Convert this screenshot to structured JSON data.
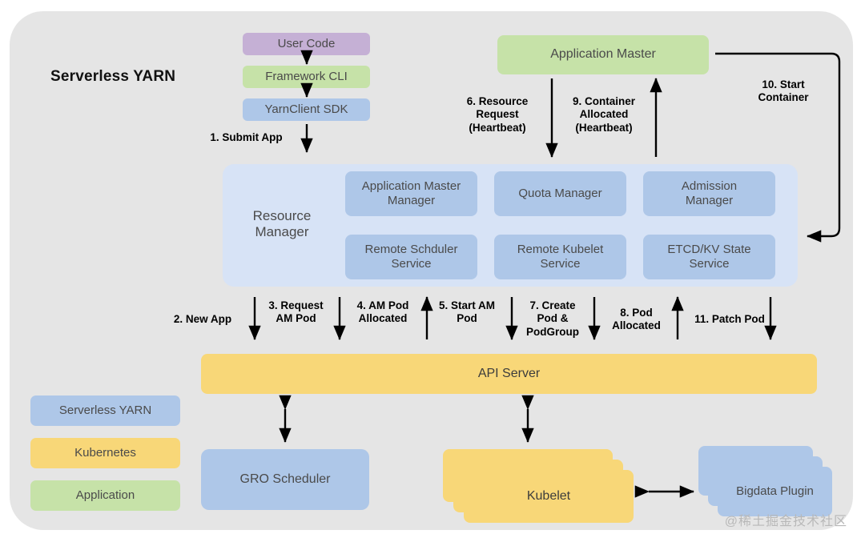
{
  "diagram": {
    "title": "Serverless YARN",
    "watermark": "@稀土掘金技术社区",
    "colors": {
      "panel": "#e5e5e5",
      "application": "#c6e2a8",
      "serverless_yarn": "#aec7e8",
      "kubernetes": "#f8d778",
      "user_code": "#c5b0d5",
      "resource_manager_panel": "#d7e3f6",
      "text": "#4a4a4a",
      "arrow": "#000000"
    }
  },
  "client_stack": [
    {
      "label": "User Code",
      "color_key": "user_code"
    },
    {
      "label": "Framework CLI",
      "color_key": "application"
    },
    {
      "label": "YarnClient SDK",
      "color_key": "serverless_yarn"
    }
  ],
  "application_master": {
    "label": "Application Master"
  },
  "resource_manager": {
    "label": "Resource\nManager",
    "modules": [
      {
        "label": "Application Master\nManager"
      },
      {
        "label": "Quota Manager"
      },
      {
        "label": "Admission\nManager"
      },
      {
        "label": "Remote Schduler\nService"
      },
      {
        "label": "Remote Kubelet\nService"
      },
      {
        "label": "ETCD/KV State\nService"
      }
    ]
  },
  "api_server": {
    "label": "API Server"
  },
  "bottom_nodes": {
    "gro_scheduler": {
      "label": "GRO Scheduler"
    },
    "kubelet": {
      "label": "Kubelet",
      "stack_count": 3
    },
    "bigdata_plugin": {
      "label": "Bigdata Plugin",
      "stack_count": 3
    }
  },
  "legend": [
    {
      "label": "Serverless YARN",
      "color_key": "serverless_yarn"
    },
    {
      "label": "Kubernetes",
      "color_key": "kubernetes"
    },
    {
      "label": "Application",
      "color_key": "application"
    }
  ],
  "flow_labels": [
    {
      "id": "step-1",
      "text": "1. Submit App"
    },
    {
      "id": "step-2",
      "text": "2. New App"
    },
    {
      "id": "step-3",
      "text": "3. Request\nAM Pod"
    },
    {
      "id": "step-4",
      "text": "4. AM Pod\nAllocated"
    },
    {
      "id": "step-5",
      "text": "5. Start AM\nPod"
    },
    {
      "id": "step-6",
      "text": "6. Resource\nRequest\n(Heartbeat)"
    },
    {
      "id": "step-7",
      "text": "7. Create\nPod &\nPodGroup"
    },
    {
      "id": "step-8",
      "text": "8. Pod\nAllocated"
    },
    {
      "id": "step-9",
      "text": "9. Container\nAllocated\n(Heartbeat)"
    },
    {
      "id": "step-10",
      "text": "10. Start\nContainer"
    },
    {
      "id": "step-11",
      "text": "11. Patch Pod"
    }
  ]
}
